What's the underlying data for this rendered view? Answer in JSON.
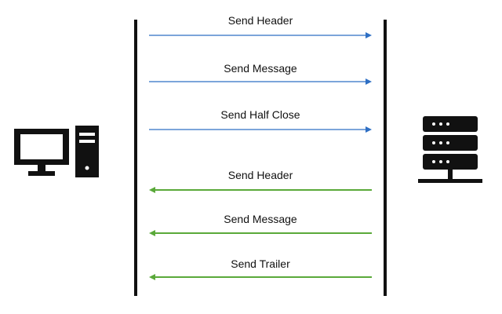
{
  "colors": {
    "request": "#2e6fc4",
    "response": "#5aa93a",
    "lifeline": "#111111",
    "icon": "#111111"
  },
  "icons": {
    "client": "desktop-computer-icon",
    "server": "server-rack-icon"
  },
  "messages": [
    {
      "label": "Send Header",
      "direction": "client-to-server",
      "kind": "request"
    },
    {
      "label": "Send Message",
      "direction": "client-to-server",
      "kind": "request"
    },
    {
      "label": "Send Half Close",
      "direction": "client-to-server",
      "kind": "request"
    },
    {
      "label": "Send Header",
      "direction": "server-to-client",
      "kind": "response"
    },
    {
      "label": "Send Message",
      "direction": "server-to-client",
      "kind": "response"
    },
    {
      "label": "Send Trailer",
      "direction": "server-to-client",
      "kind": "response"
    }
  ]
}
